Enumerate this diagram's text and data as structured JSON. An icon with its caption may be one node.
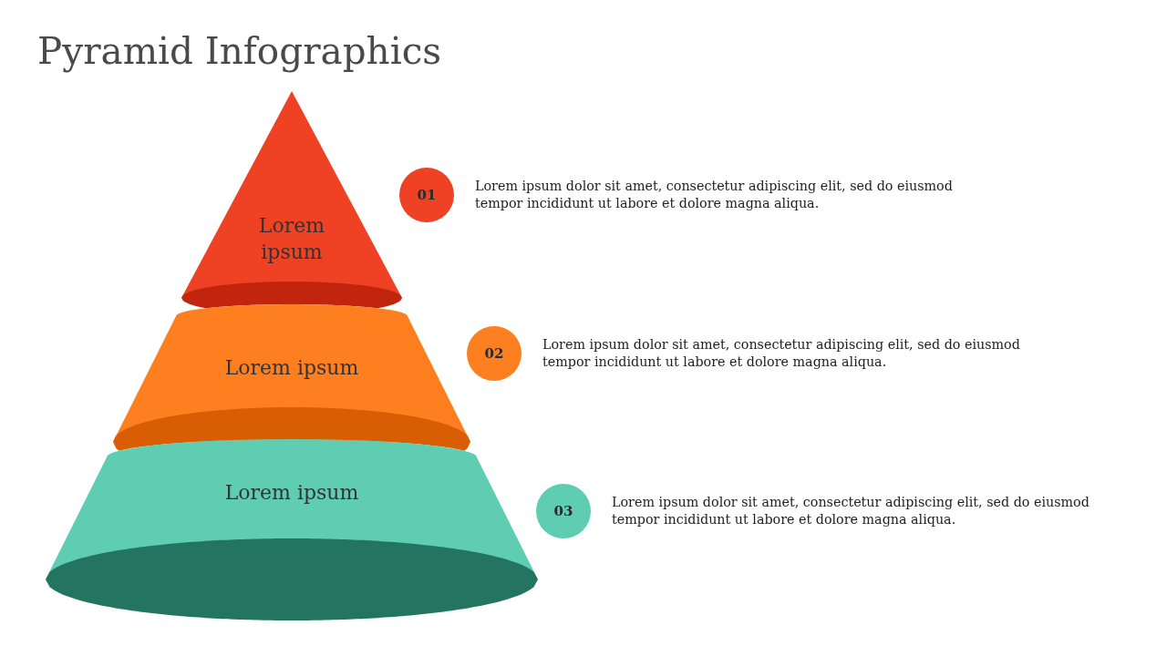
{
  "diagram": {
    "title": "Pyramid Infographics",
    "nodes": [
      {
        "text": [
          "Lorem ipsum"
        ]
      },
      {
        "text": [
          "01"
        ],
        "beside": [
          "Lorem ipsum dolor sit amet, consectetur adipiscing elit, sed do eiusmod tempor incididunt ut labore et dolore magna aliqua."
        ]
      },
      {
        "text": [
          "Lorem ipsum"
        ]
      },
      {
        "text": [
          "02"
        ],
        "beside": [
          "Lorem ipsum dolor sit amet, consectetur adipiscing elit, sed do eiusmod tempor incididunt ut labore et dolore magna aliqua."
        ]
      },
      {
        "text": [
          "Lorem ipsum"
        ]
      },
      {
        "text": [
          "03"
        ],
        "beside": [
          "Lorem ipsum dolor sit amet, consectetur adipiscing elit, sed do eiusmod tempor incididunt ut labore et dolore magna aliqua."
        ]
      }
    ]
  }
}
